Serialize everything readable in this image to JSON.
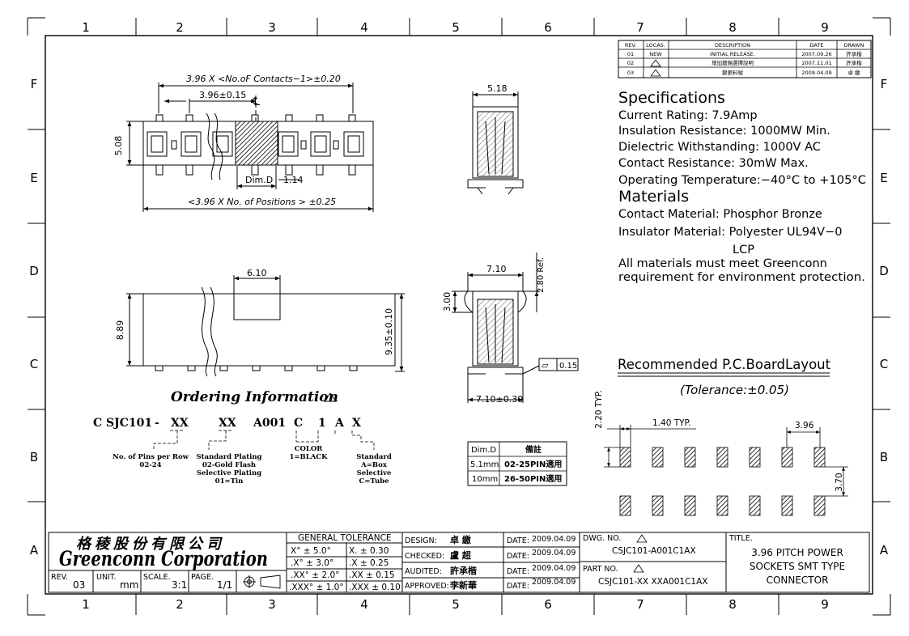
{
  "grid": {
    "columns": [
      "1",
      "2",
      "3",
      "4",
      "5",
      "6",
      "7",
      "8",
      "9"
    ],
    "rows": [
      "F",
      "E",
      "D",
      "C",
      "B",
      "A"
    ]
  },
  "revision_table": {
    "headers": [
      "REV.",
      "LOCAS.",
      "DESCRIPTION",
      "DATE",
      "DRAWN"
    ],
    "rows": [
      [
        "01",
        "NEW",
        "INITIAL RELEASE.",
        "2007.09.26",
        "許承楷"
      ],
      [
        "02",
        "",
        "增加鍍錫選擇說明",
        "2007.11.01",
        "許承楷"
      ],
      [
        "03",
        "",
        "變更料號",
        "2009.04.09",
        "卓 繳"
      ]
    ]
  },
  "specifications": {
    "heading": "Specifications",
    "lines": [
      "Current Rating: 7.9Amp",
      "Insulation Resistance: 1000MW Min.",
      "Dielectric Withstanding: 1000V AC",
      "Contact Resistance: 30mW Max.",
      "Operating Temperature:−40°C to +105°C"
    ]
  },
  "materials": {
    "heading": "Materials",
    "lines": [
      "Contact Material: Phosphor Bronze",
      "Insulator Material: Polyester UL94V−0",
      "LCP",
      "All materials must meet Greenconn",
      "requirement for environment protection."
    ]
  },
  "top_view": {
    "dim_total": "3.96 X <No.oF Contacts−1>±0.20",
    "dim_pitch": "3.96±0.15",
    "centerline": "℄",
    "dim_height": "5.08",
    "dim_d": "Dim.D",
    "dim_gap": "1.14",
    "dim_positions": "<3.96 X No. of Positions > ±0.25"
  },
  "side_view": {
    "dim_top": "5.18"
  },
  "front_view": {
    "dim_window": "6.10",
    "dim_height_left": "8.89",
    "dim_height_right": "9.35±0.10"
  },
  "section_view": {
    "dim_width": "7.10",
    "dim_ref": "2.80 Ref.",
    "dim_left": "3.00",
    "flatness_symbol": "▱",
    "flatness_value": "0.15",
    "dim_bottom": "7.10±0.30"
  },
  "ordering": {
    "title": "Ordering Information",
    "code_parts": [
      "C SJC101",
      "-",
      "XX",
      "XX",
      "A001",
      "C",
      "1",
      "A",
      "X"
    ],
    "notes": [
      {
        "lines": [
          "No. of Pins per Row",
          "02-24"
        ]
      },
      {
        "lines": [
          "Standard Plating",
          "02-Gold Flash",
          "Selective Plating",
          "01=Tin"
        ]
      },
      {
        "lines": [
          "COLOR",
          "1=BLACK"
        ]
      },
      {
        "lines": [
          "Standard",
          "A=Box",
          "Selective",
          "C=Tube"
        ]
      }
    ]
  },
  "dim_table": {
    "headers": [
      "Dim.D",
      "備註"
    ],
    "rows": [
      [
        "5.1mm",
        "02-25PIN適用"
      ],
      [
        "10mm",
        "26-50PIN適用"
      ]
    ]
  },
  "pcb_layout": {
    "title": "Recommended P.C.BoardLayout",
    "tolerance": "(Tolerance:±0.05)",
    "dim_pad_height": "2.20 TYP.",
    "dim_pad_pitch": "1.40 TYP.",
    "dim_pitch": "3.96",
    "dim_row_gap": "3.70"
  },
  "title_block": {
    "company_cn": "格稜股份有限公司",
    "company_en": "Greenconn Corporation",
    "rev_label": "REV.",
    "rev_value": "03",
    "unit_label": "UNIT.",
    "unit_value": "mm",
    "scale_label": "SCALE.",
    "scale_value": "3:1",
    "page_label": "PAGE.",
    "page_value": "1/1",
    "tolerance_title": "GENERAL TOLERANCE",
    "tolerances": [
      [
        "X° ± 5.0°",
        "X.  ± 0.30"
      ],
      [
        ".X° ± 3.0°",
        ".X  ± 0.25"
      ],
      [
        ".XX° ± 2.0°",
        ".XX ± 0.15"
      ],
      [
        ".XXX° ± 1.0°",
        ".XXX ± 0.10"
      ]
    ],
    "signoffs": [
      {
        "role": "DESIGN:",
        "name": "卓 繳",
        "date_label": "DATE:",
        "date": "2009.04.09"
      },
      {
        "role": "CHECKED:",
        "name": "盧 超",
        "date_label": "DATE:",
        "date": "2009.04.09"
      },
      {
        "role": "AUDITED:",
        "name": "許承楷",
        "date_label": "DATE:",
        "date": "2009.04.09"
      },
      {
        "role": "APPROVED:",
        "name": "李新華",
        "date_label": "DATE:",
        "date": "2009.04.09"
      }
    ],
    "dwg_label": "DWG. NO.",
    "dwg_value": "CSJC101-A001C1AX",
    "part_label": "PART NO.",
    "part_value": "CSJC101-XX XXA001C1AX",
    "title_label": "TITLE.",
    "title_lines": [
      "3.96 PITCH POWER",
      "SOCKETS SMT TYPE",
      "CONNECTOR"
    ]
  }
}
